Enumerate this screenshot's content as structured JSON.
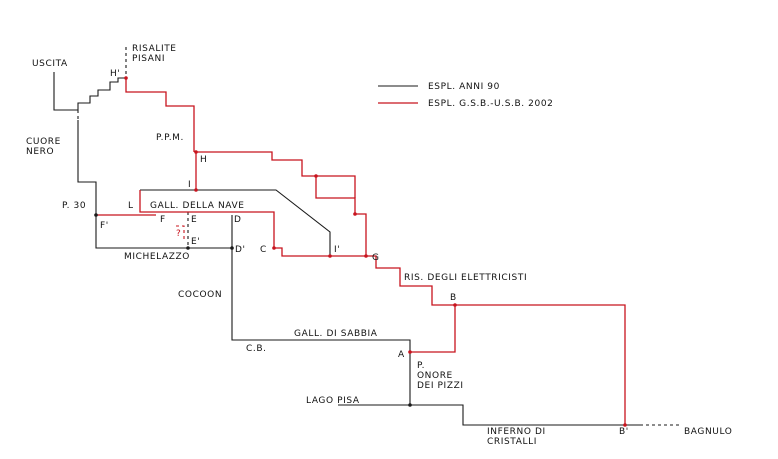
{
  "legend": {
    "black_label": "ESPL. ANNI 90",
    "red_label": "ESPL. G.S.B.-U.S.B. 2002",
    "black_color": "#1a1a1a",
    "red_color": "#c8141e"
  },
  "labels": {
    "uscita": "USCITA",
    "risalite_1": "RISALITE",
    "risalite_2": "PISANI",
    "h_prime": "H'",
    "cuore_1": "CUORE",
    "cuore_2": "NERO",
    "ppm": "P.P.M.",
    "h": "H",
    "i": "I",
    "p30": "P. 30",
    "l": "L",
    "gall_nave": "GALL. DELLA NAVE",
    "f": "F",
    "e": "E",
    "d": "D",
    "f_prime": "F'",
    "q_mark": "?",
    "e_prime": "E'",
    "michelazzo": "MICHELAZZO",
    "d_prime": "D'",
    "c": "C",
    "i_prime": "I'",
    "g": "G",
    "ris_elettricisti": "RIS. DEGLI ELETTRICISTI",
    "b": "B",
    "cocoon": "COCOON",
    "gall_sabbia": "GALL. DI SABBIA",
    "cb": "C.B.",
    "a": "A",
    "p_onore_1": "P.",
    "p_onore_2": "ONORE",
    "p_onore_3": "DEI PIZZI",
    "lago_pisa": "LAGO PISA",
    "inferno_1": "INFERNO DI",
    "inferno_2": "CRISTALLI",
    "b_prime": "B'",
    "bagnulo": "BAGNULO"
  }
}
